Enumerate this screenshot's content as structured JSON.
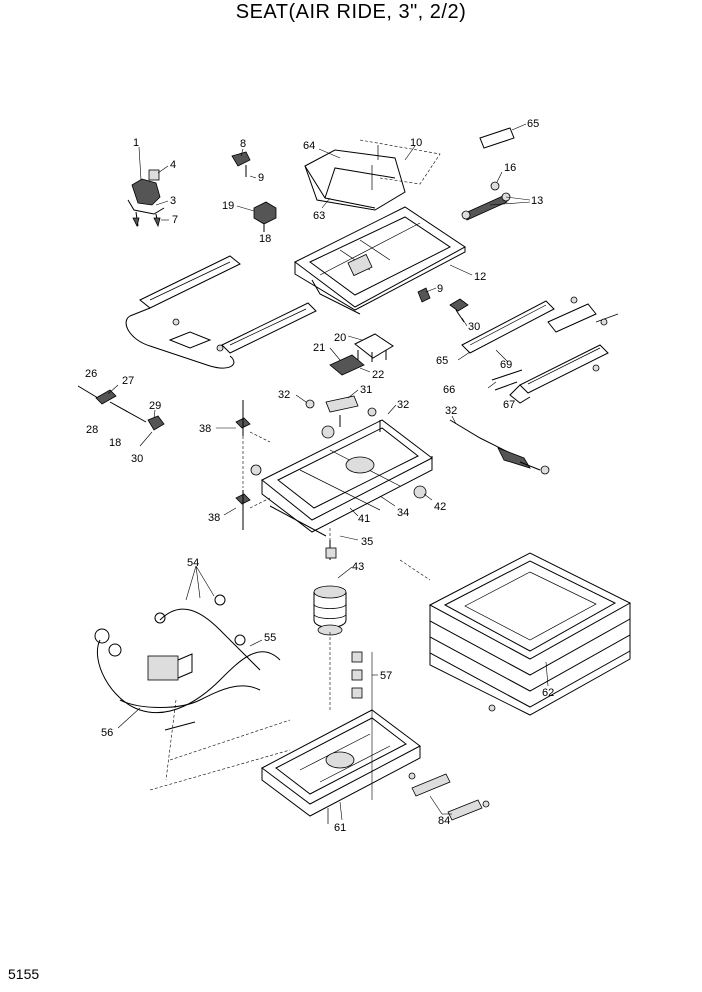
{
  "title": "SEAT(AIR RIDE, 3\", 2/2)",
  "page_number": "5155",
  "callouts": [
    "1",
    "4",
    "3",
    "7",
    "8",
    "9",
    "19",
    "18",
    "64",
    "10",
    "63",
    "65",
    "16",
    "13",
    "12",
    "9",
    "30",
    "20",
    "21",
    "22",
    "65",
    "69",
    "66",
    "67",
    "26",
    "27",
    "28",
    "18",
    "29",
    "30",
    "32",
    "31",
    "32",
    "32",
    "38",
    "38",
    "41",
    "34",
    "42",
    "35",
    "43",
    "54",
    "55",
    "56",
    "57",
    "62",
    "61",
    "84"
  ]
}
